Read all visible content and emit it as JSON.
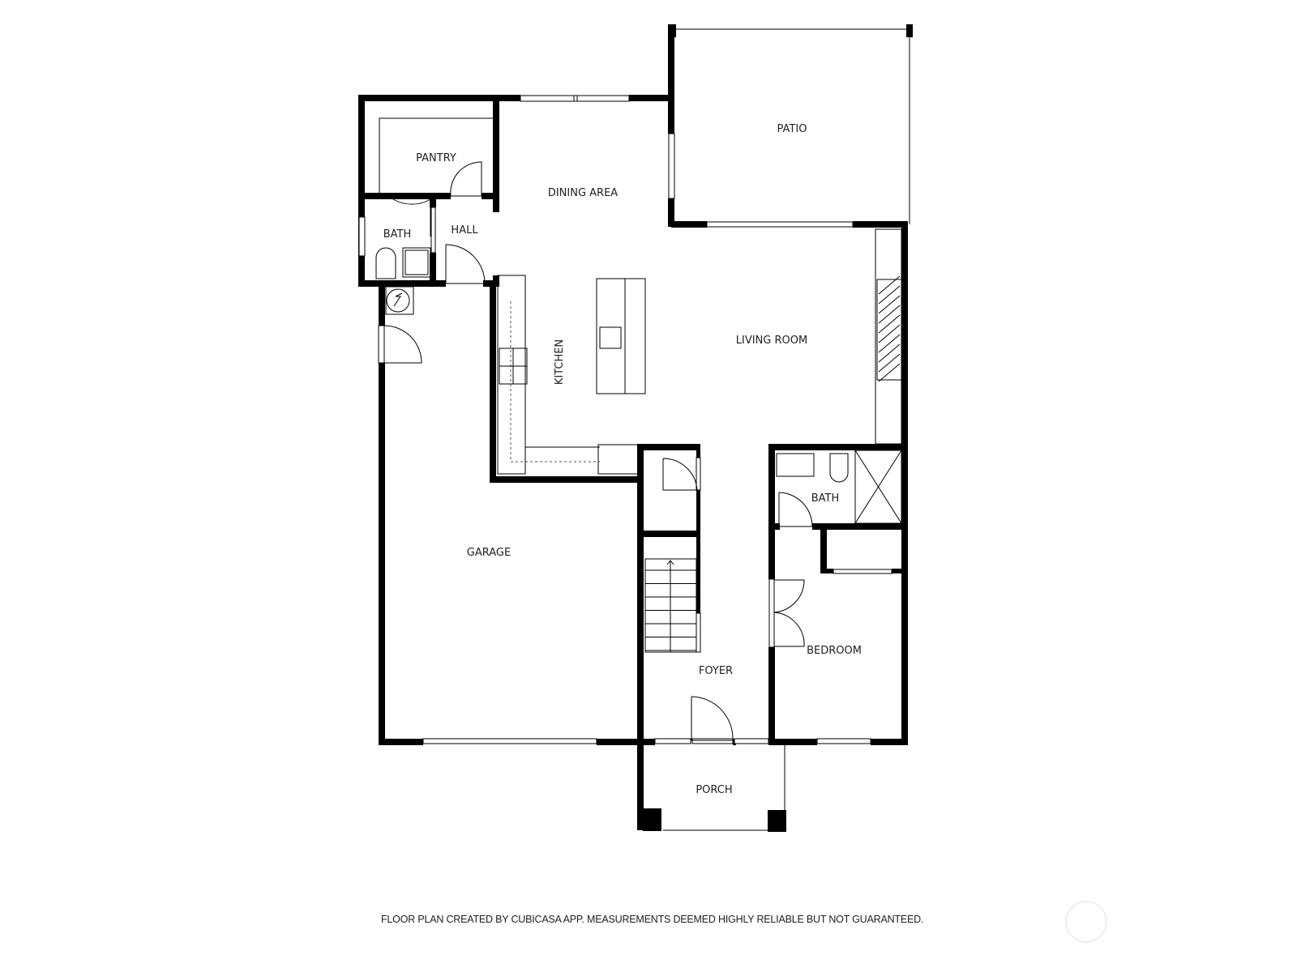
{
  "rooms": {
    "pantry": "PANTRY",
    "dining": "DINING AREA",
    "patio": "PATIO",
    "bath_small": "BATH",
    "hall": "HALL",
    "kitchen": "KITCHEN",
    "living": "LIVING ROOM",
    "garage": "GARAGE",
    "bath_main": "BATH",
    "bedroom": "BEDROOM",
    "foyer": "FOYER",
    "porch": "PORCH"
  },
  "footer": "FLOOR PLAN CREATED BY CUBICASA APP. MEASUREMENTS DEEMED HIGHLY RELIABLE BUT NOT GUARANTEED.",
  "colors": {
    "wall": "#000000",
    "background": "#ffffff"
  }
}
